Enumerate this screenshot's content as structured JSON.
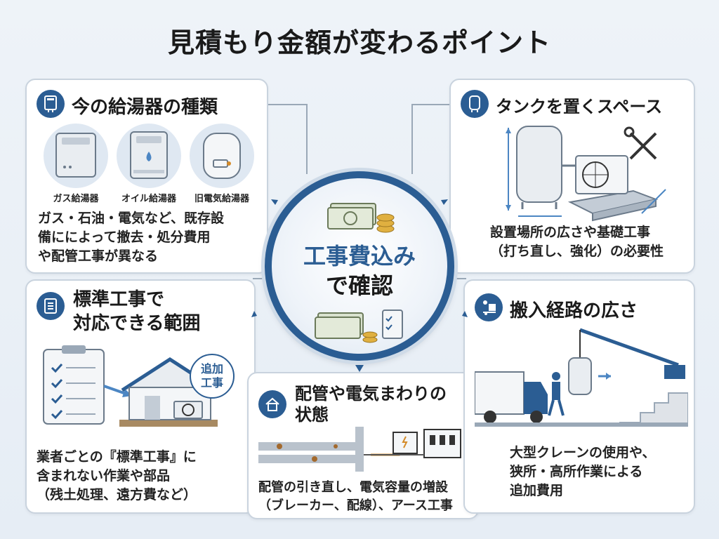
{
  "title": "見積もり金額が変わるポイント",
  "center": {
    "line1": "工事費込み",
    "line2": "で確認"
  },
  "panels": {
    "heater_type": {
      "heading": "今の給湯器の種類",
      "labels": [
        "ガス給湯器",
        "オイル給湯器",
        "旧電気給湯器"
      ],
      "body": [
        "ガス・石油・電気など、既存設",
        "備にによって撤去・処分費用",
        "や配管工事が異なる"
      ]
    },
    "standard_work": {
      "heading": [
        "標準工事で",
        "対応できる範囲"
      ],
      "bubble": [
        "追加",
        "工事"
      ],
      "body": [
        "業者ごとの『標準工事』に",
        "含まれない作業や部品",
        "（残土処理、遠方費など）"
      ]
    },
    "piping": {
      "heading": [
        "配管や電気まわりの",
        "状態"
      ],
      "body": [
        "配管の引き直し、電気容量の増設",
        "（ブレーカー、配線）、アース工事"
      ]
    },
    "tank_space": {
      "heading": "タンクを置くスペース",
      "body": [
        "設置場所の広さや基礎工事",
        "（打ち直し、強化）の必要性"
      ]
    },
    "delivery_route": {
      "heading": "搬入経路の広さ",
      "body": [
        "大型クレーンの使用や、",
        "狭所・高所作業による",
        "追加費用"
      ]
    }
  },
  "colors": {
    "accent": "#2b5d93",
    "border": "#c9d3de",
    "text": "#1a1a1a",
    "background": "#eef3f8"
  },
  "icons": [
    "water-heater-icon",
    "checklist-icon",
    "house-icon",
    "tank-icon",
    "dolly-icon",
    "money-stack-icon",
    "coin-stack-icon",
    "clipboard-icon",
    "wrench-screwdriver-icon",
    "crane-icon",
    "truck-icon",
    "worker-icon",
    "breaker-panel-icon"
  ]
}
